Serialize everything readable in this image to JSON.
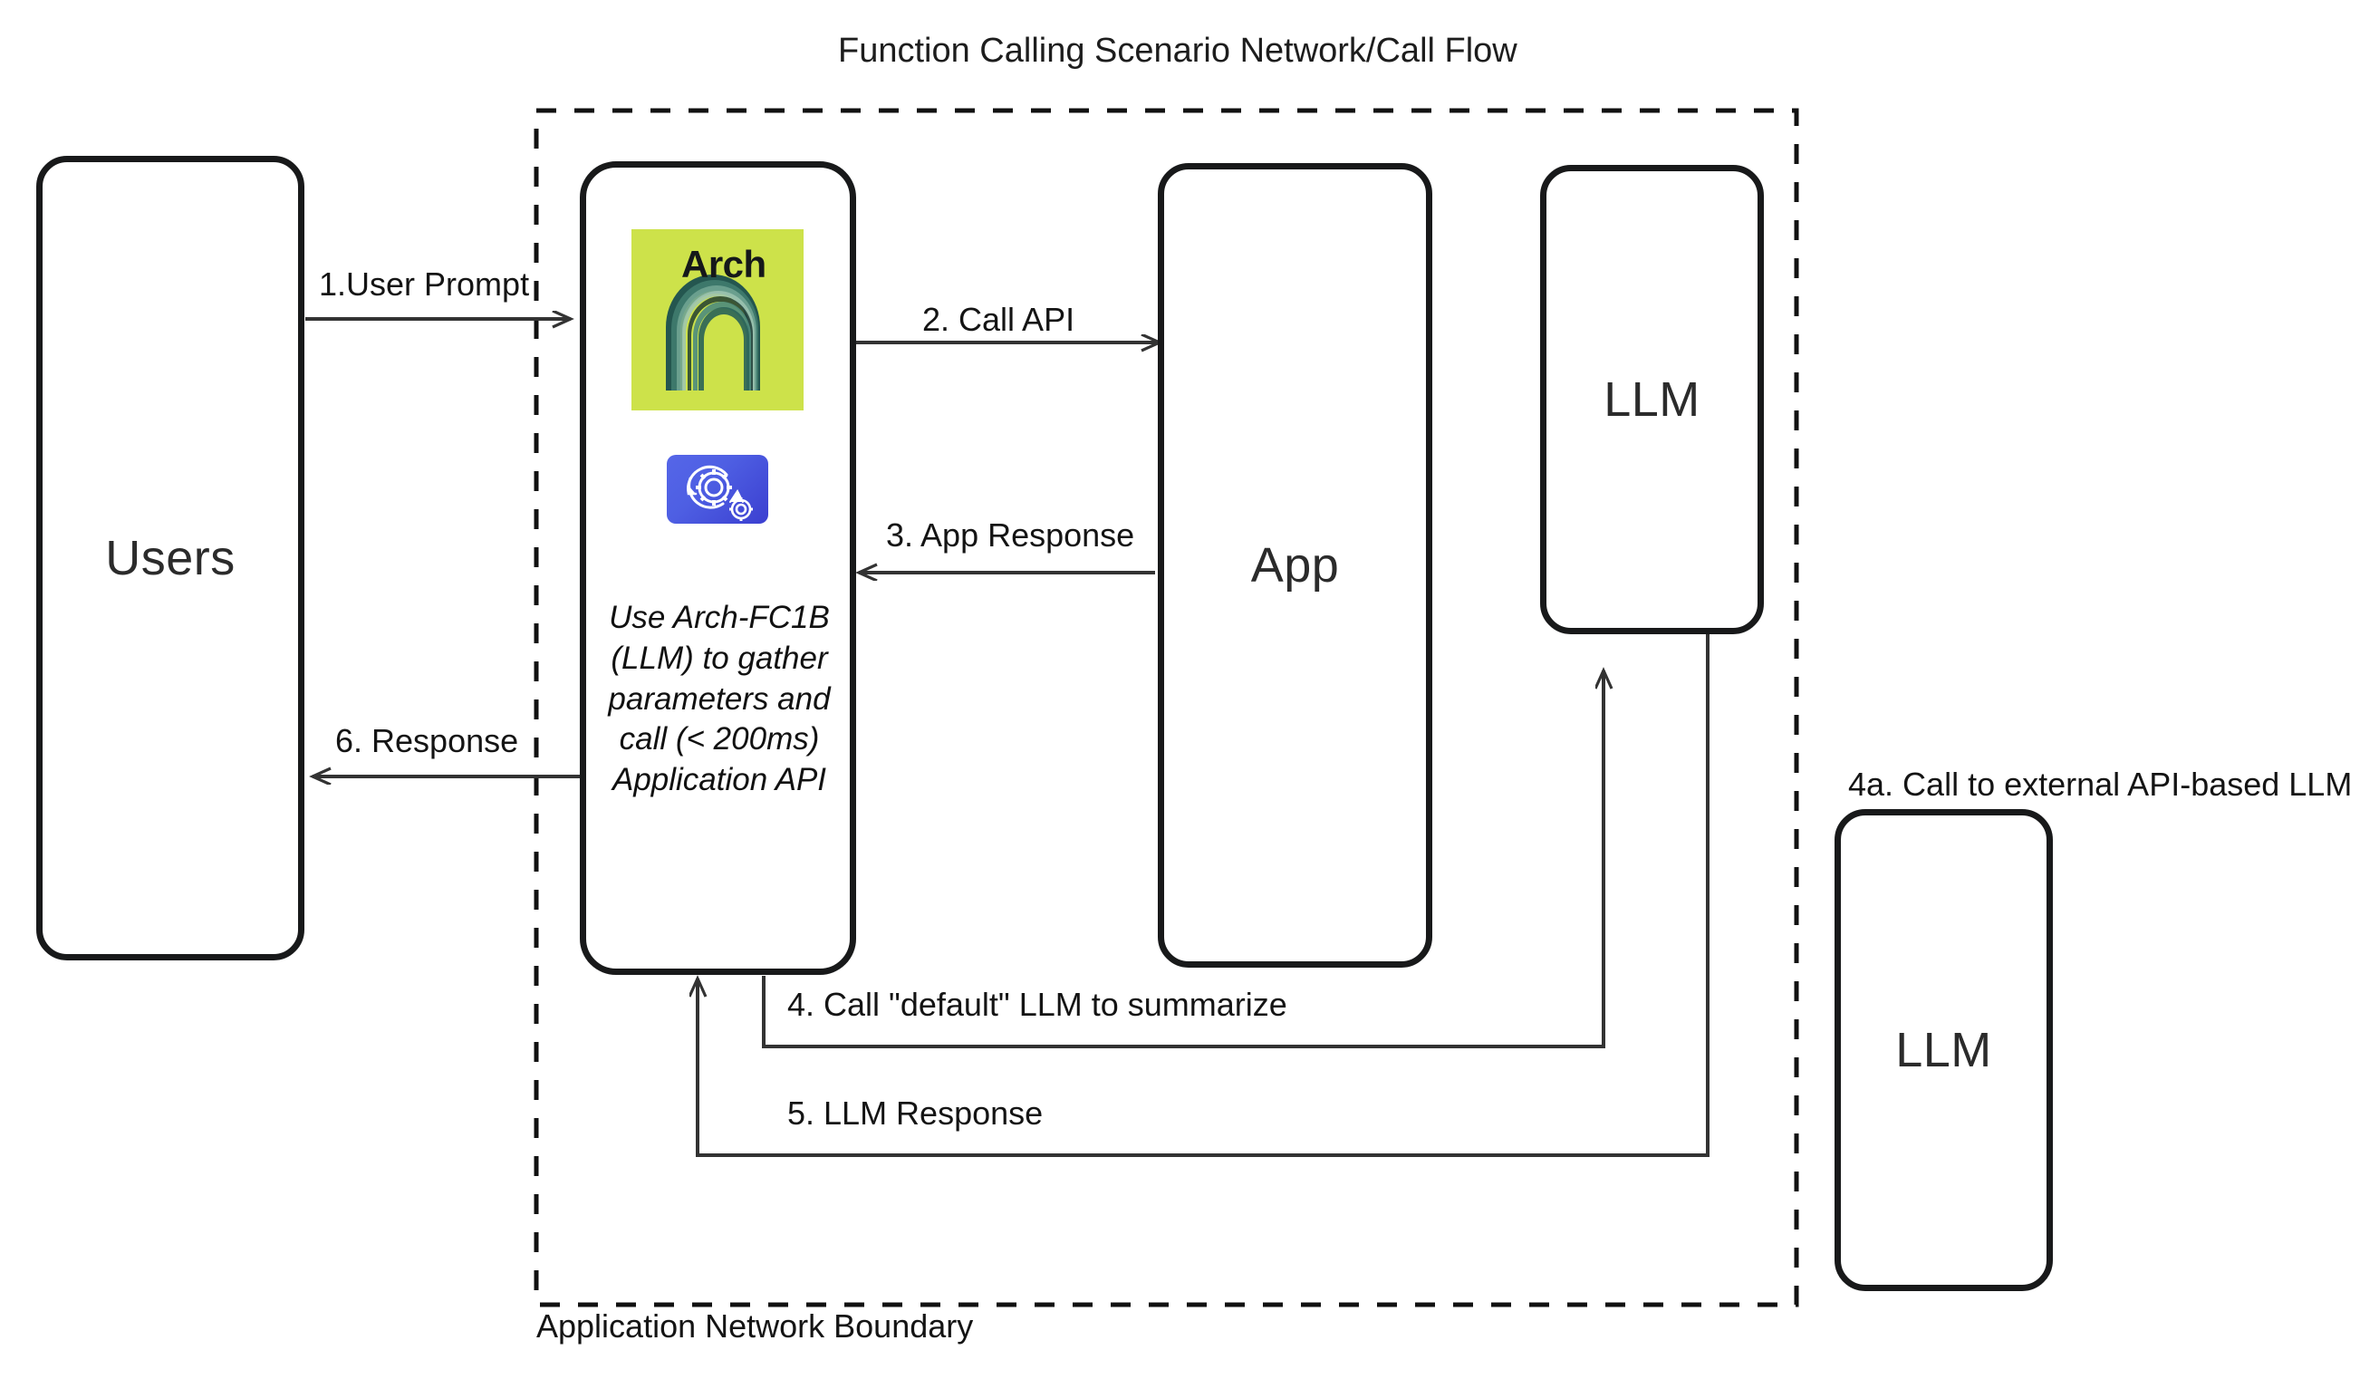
{
  "diagram": {
    "title": "Function Calling Scenario Network/Call Flow",
    "boundary_label": "Application Network Boundary",
    "external_note": "4a. Call to external API-based LLM"
  },
  "nodes": {
    "users": {
      "label": "Users"
    },
    "arch": {
      "logo_text": "Arch",
      "logo_bg": "#cde24a",
      "gear_tile_bg": "#4b57e0",
      "note": "Use Arch-FC1B (LLM) to gather parameters and call (< 200ms) Application API"
    },
    "app": {
      "label": "App"
    },
    "llm_internal": {
      "label": "LLM"
    },
    "llm_external": {
      "label": "LLM"
    }
  },
  "edges": [
    {
      "id": "e1",
      "label": "1.User Prompt",
      "from": "users",
      "to": "arch"
    },
    {
      "id": "e2",
      "label": "2. Call API",
      "from": "arch",
      "to": "app"
    },
    {
      "id": "e3",
      "label": "3. App Response",
      "from": "app",
      "to": "arch"
    },
    {
      "id": "e4",
      "label": "4. Call \"default\" LLM to summarize",
      "from": "arch",
      "to": "llm_internal"
    },
    {
      "id": "e5",
      "label": "5. LLM Response",
      "from": "llm_internal",
      "to": "arch"
    },
    {
      "id": "e6",
      "label": "6.  Response",
      "from": "arch",
      "to": "users"
    }
  ],
  "colors": {
    "stroke": "#18191a",
    "line": "#333333",
    "arch_green": "#cde24a",
    "gear_blue": "#4b57e0",
    "background": "#ffffff"
  }
}
